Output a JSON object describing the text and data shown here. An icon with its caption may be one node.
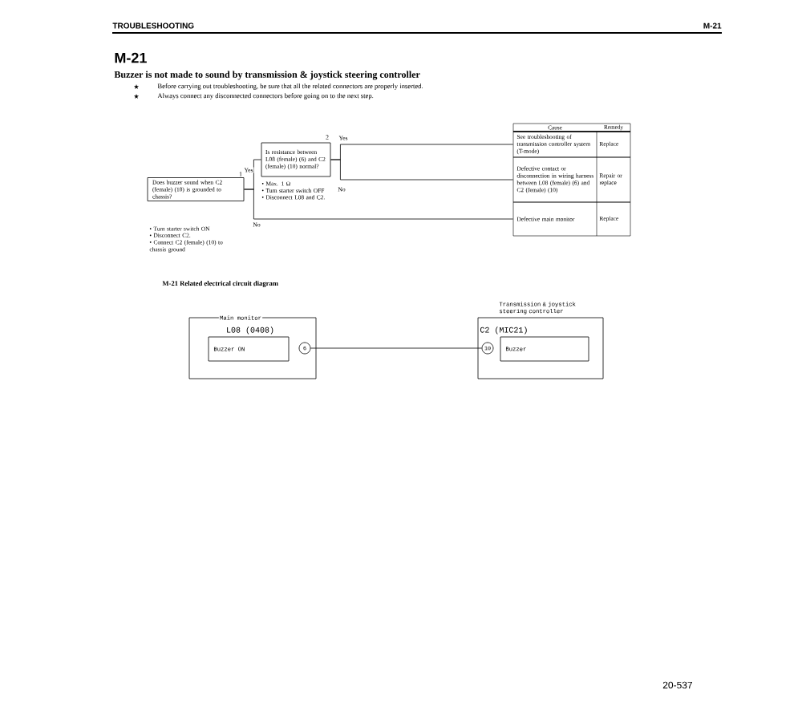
{
  "diagram": {
    "title": "Buzzer is not made to sound by transmission & joystick steering controller",
    "nodes": [
      {
        "text": [
          "Does buzzer sound when C2 (female) (10) is grounded to chassis?"
        ],
        "beside": [
          "1",
          "• Turn starter switch ON",
          "• Disconnect C2.",
          "• Connect C2 (female) (10) to chassis ground"
        ]
      },
      {
        "text": [
          "Is resistance between L08 (female) (6) and C2 (female) (10) normal?"
        ],
        "beside": [
          "2",
          "• Max. 1 Ω",
          "• Turn starter switch OFF",
          "• Disconnect L08 and C2."
        ]
      },
      {
        "text": [
          "See troubleshooting of transmission controller system (T-mode)",
          "Replace"
        ]
      },
      {
        "text": [
          "Defective contact or disconnection in wiring harness between L08 (female) (6) and C2 (female) (10)",
          "Repair or replace"
        ]
      },
      {
        "text": [
          "Defective main monitor",
          "Replace"
        ]
      },
      {
        "text": [
          "Main monitor"
        ]
      },
      {
        "text": [
          "Buzzer ON"
        ],
        "in": 5,
        "beside": [
          "L08 (0408)"
        ]
      },
      {
        "text": [
          "6"
        ],
        "in": 5
      },
      {
        "text": [
          "Transmission & joystick steering controller"
        ]
      },
      {
        "text": [
          "Buzzer"
        ],
        "in": 8,
        "beside": [
          "C2 (MIC21)"
        ]
      },
      {
        "text": [
          "10"
        ],
        "in": 8
      }
    ],
    "edges": [
      {
        "from": 0,
        "to": 1,
        "arrow": "none",
        "label": "Yes"
      },
      {
        "from": 1,
        "to": 2,
        "arrow": "none",
        "label": "Yes"
      },
      {
        "from": 1,
        "to": 3,
        "arrow": "none",
        "label": "No"
      },
      {
        "from": 0,
        "to": 4,
        "arrow": "none",
        "label": "No"
      },
      {
        "from": 7,
        "to": 10,
        "arrow": "none"
      }
    ],
    "labels": [
      "TROUBLESHOOTING",
      "M-21",
      "M-21",
      "★",
      "Before carrying out troubleshooting, be sure that all the related connectors are properly inserted.",
      "★",
      "Always connect any disconnected connectors before going on to the next step.",
      "Cause",
      "Remedy",
      "M-21 Related electrical circuit diagram",
      "20-537"
    ]
  }
}
